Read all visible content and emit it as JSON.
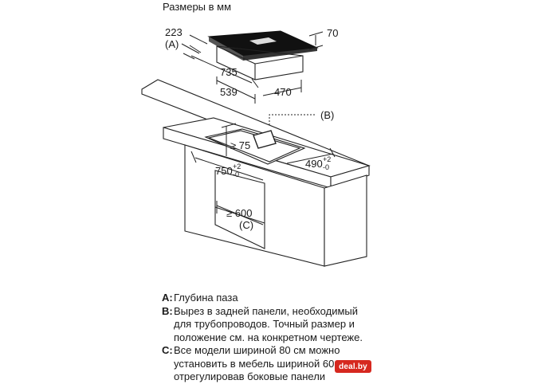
{
  "title": "Размеры в мм",
  "dimensions": {
    "d223": "223",
    "A_callout": "(A)",
    "d70": "70",
    "d735": "735",
    "d539": "539",
    "d470": "470",
    "B_callout": "(B)",
    "ge75": "≥ 75",
    "d490": "490",
    "d490_tol_plus": "+2",
    "d490_tol_minus": "-0",
    "d750": "750",
    "d750_tol_plus": "+2",
    "d750_tol_minus": "-0",
    "ge600": "≥ 600",
    "C_callout": "(C)"
  },
  "legend": [
    {
      "key": "A:",
      "text": "Глубина паза"
    },
    {
      "key": "B:",
      "text": "Вырез в задней панели, необходимый\nдля трубопроводов. Точный размер и\nположение см. на конкретном чертеже."
    },
    {
      "key": "C:",
      "text": "Все модели шириной 80 см можно\nустановить в мебель шириной 60 см,\nотрегулировав боковые панели"
    }
  ],
  "watermark": "deal.by"
}
